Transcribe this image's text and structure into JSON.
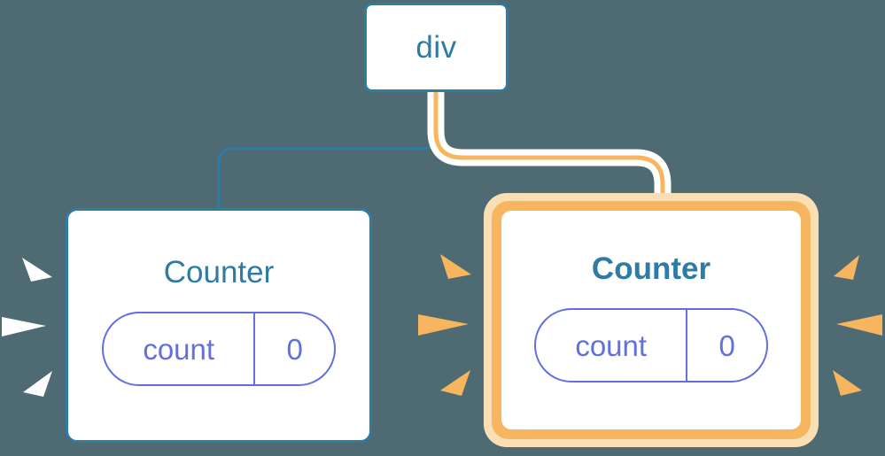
{
  "diagram": {
    "title": "React component tree re-render highlight",
    "background_color": "#4e6a72",
    "nodes": [
      {
        "id": "root",
        "label": "div",
        "kind": "element",
        "highlighted": false,
        "border_color": "#2e7ba6"
      },
      {
        "id": "counter-left",
        "label": "Counter",
        "kind": "component",
        "highlighted": false,
        "border_color": "#2e7ba6",
        "state": {
          "key": "count",
          "value": "0"
        },
        "sparkle_color": "#ffffff"
      },
      {
        "id": "counter-right",
        "label": "Counter",
        "kind": "component",
        "highlighted": true,
        "border_color": "#f8b55f",
        "glow_color": "#fadfb4",
        "state": {
          "key": "count",
          "value": "0"
        },
        "sparkle_color": "#f8b55f"
      }
    ],
    "edges": [
      {
        "id": "edge-left",
        "from": "root",
        "to": "counter-left",
        "color": "#2e7ba6",
        "highlighted": false
      },
      {
        "id": "edge-right",
        "from": "root",
        "to": "counter-right",
        "color": "#f8b55f",
        "highlighted": true,
        "halo_color": "#ffffff"
      }
    ],
    "colors": {
      "background": "#4e6a72",
      "blue": "#2e7ba6",
      "orange": "#f8b55f",
      "orange_light": "#fadfb4",
      "purple": "#6270de",
      "white": "#ffffff"
    }
  }
}
